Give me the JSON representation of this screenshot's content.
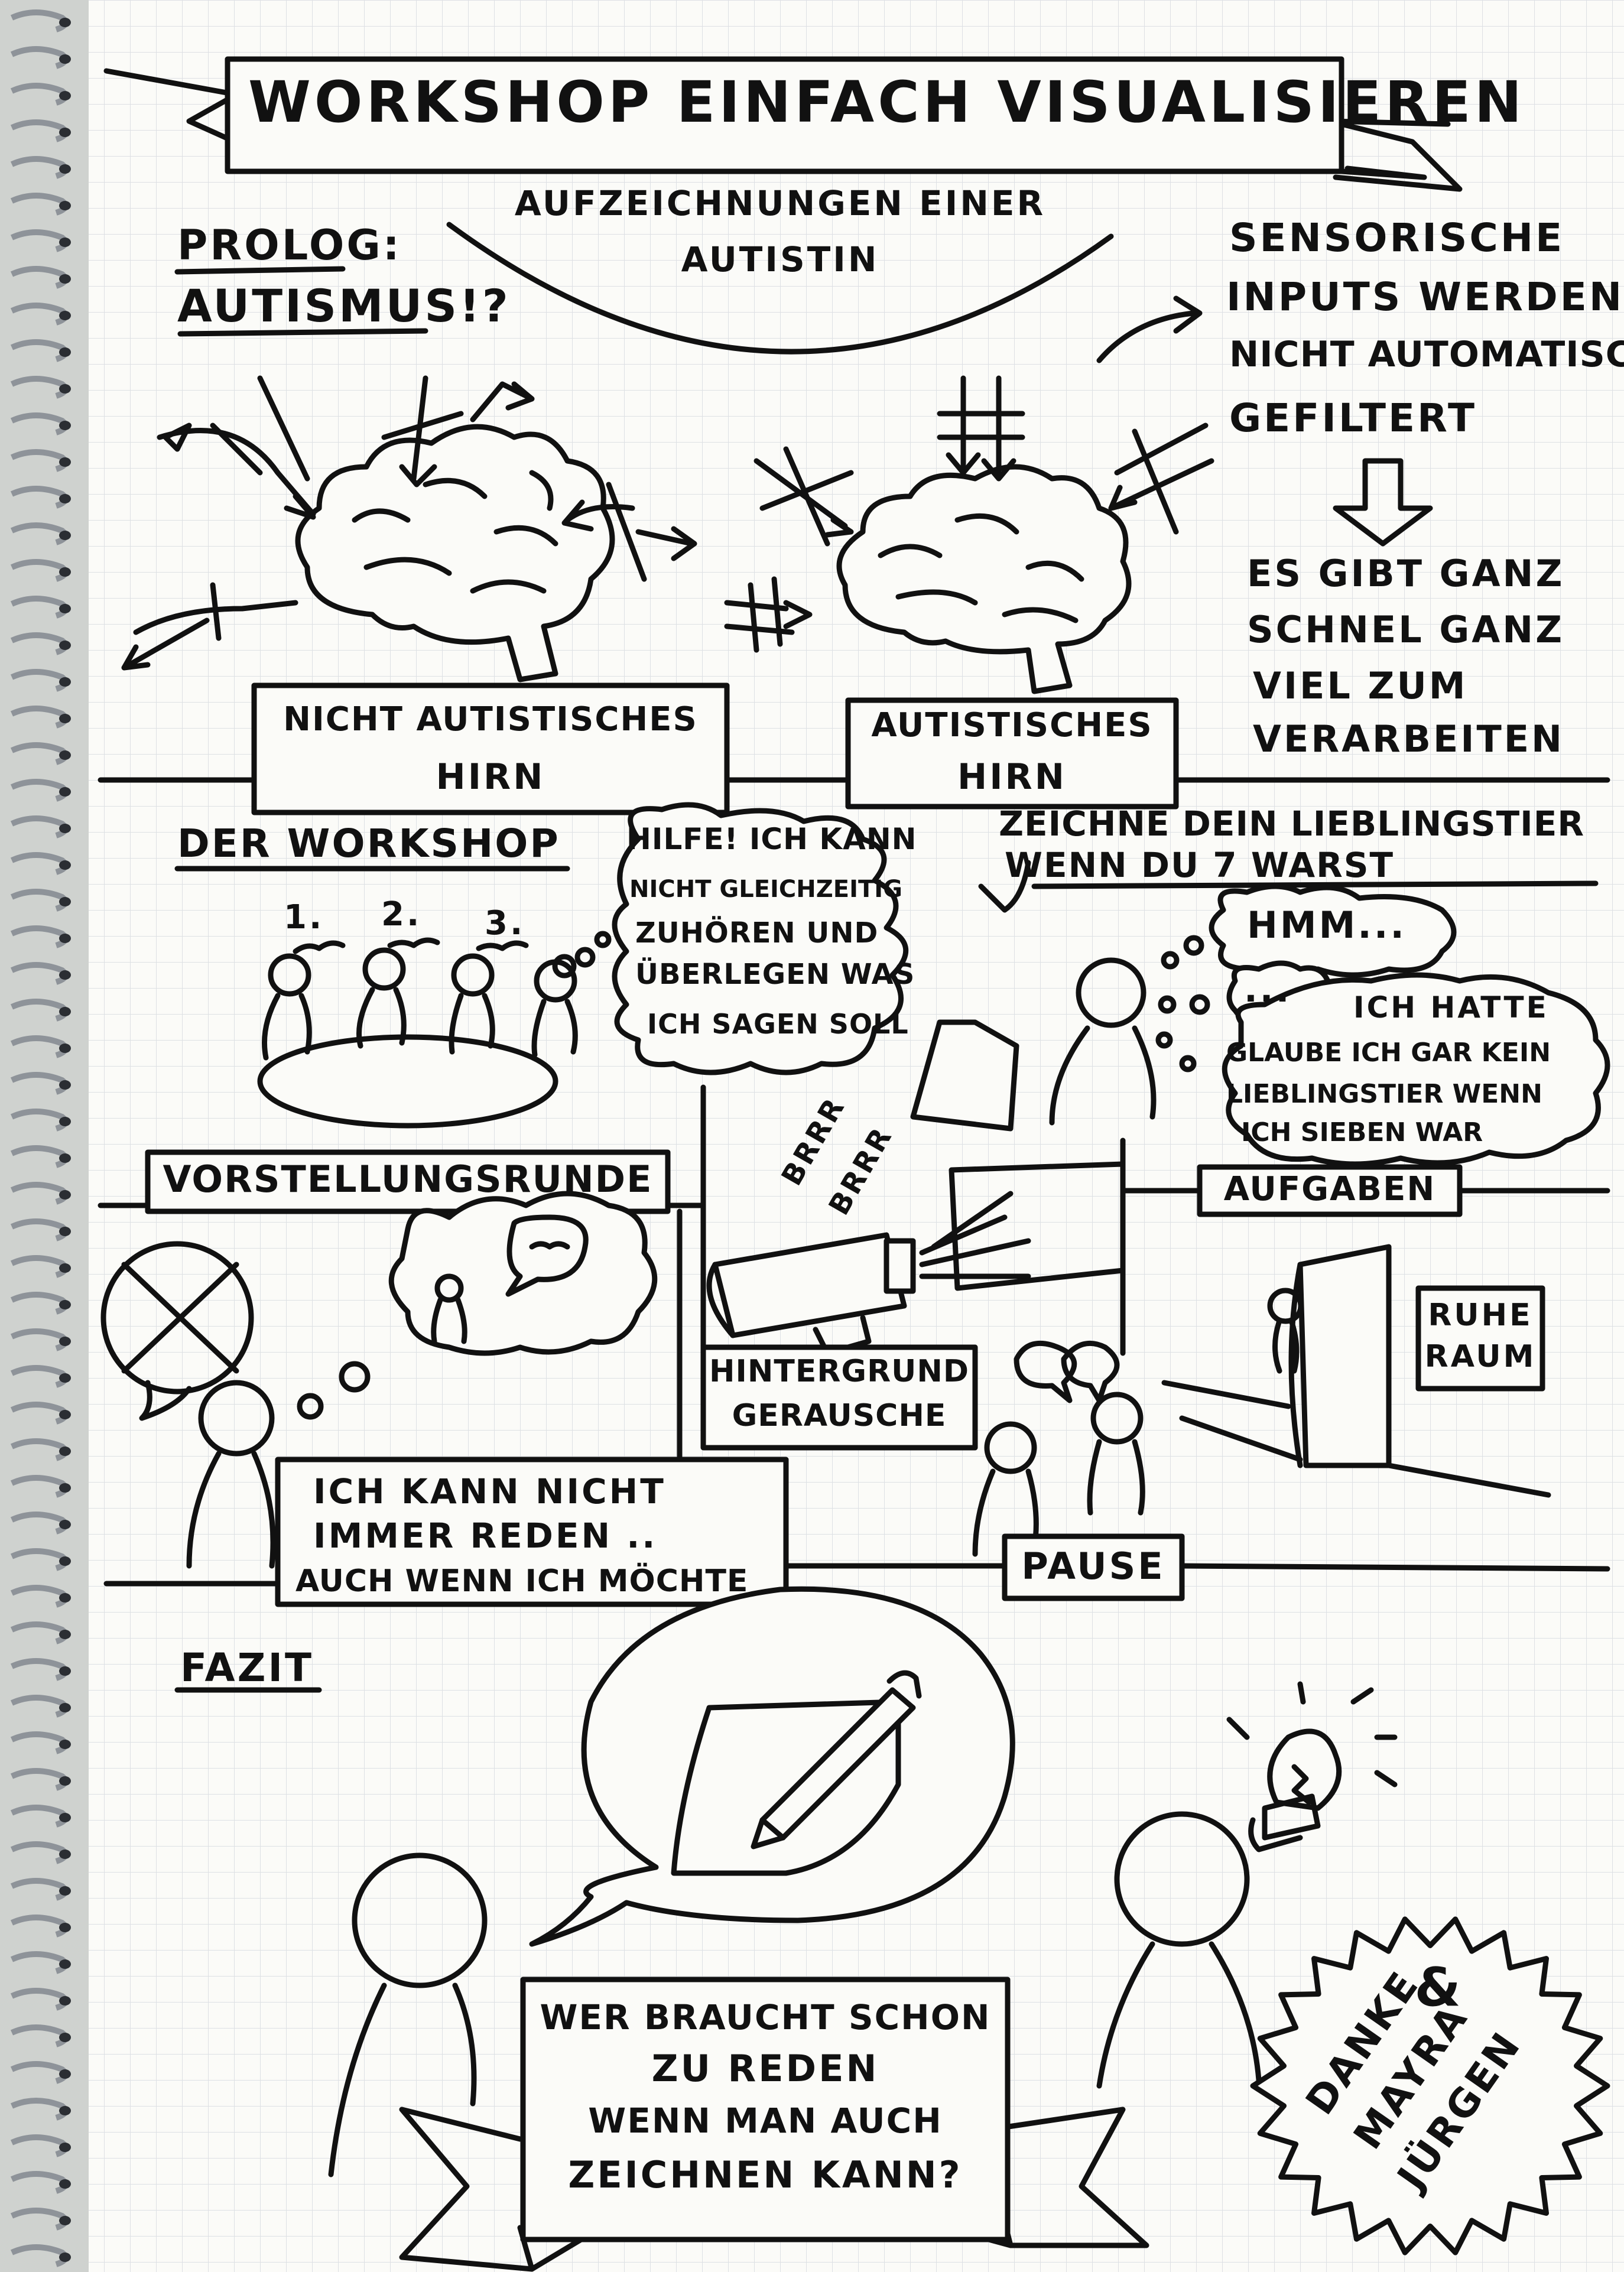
{
  "title": "WORKSHOP EINFACH VISUALISIEREN",
  "subtitle_lines": [
    "AUFZEICHNUNGEN EINER",
    "AUTISTIN"
  ],
  "prolog": {
    "line1": "PROLOG:",
    "line2": "AUTISMUS!?"
  },
  "sensory": {
    "lines": [
      "SENSORISCHE",
      "INPUTS WERDEN",
      "NICHT AUTOMATISCH",
      "GEFILTERT"
    ],
    "result_lines": [
      "ES GIBT GANZ",
      "SCHNEL GANZ",
      "VIEL ZUM",
      "VERARBEITEN"
    ]
  },
  "brain_labels": {
    "nicht_autistisch": [
      "NICHT AUTISTISCHES",
      "HIRN"
    ],
    "autistisch": [
      "AUTISTISCHES",
      "HIRN"
    ]
  },
  "workshop": {
    "heading": "DER WORKSHOP",
    "numbers": [
      "1.",
      "2.",
      "3."
    ],
    "thought_hilfe": [
      "HILFE! ICH KANN",
      "NICHT GLEICHZEITIG",
      "ZUHÖREN UND",
      "ÜBERLEGEN WAS",
      "ICH SAGEN SOLL"
    ],
    "task_prompt": [
      "ZEICHNE DEIN LIEBLINGSTIER",
      "WENN DU 7 WARST"
    ],
    "hmm": "HMM...",
    "dots": "...",
    "thought_tier": [
      "ICH HATTE",
      "GLAUBE ICH GAR KEIN",
      "LIEBLINGSTIER WENN",
      "ICH SIEBEN WAR"
    ],
    "label_vorstellung": "VORSTELLUNGSRUNDE",
    "label_aufgaben": "AUFGABEN",
    "brrr": [
      "BRRR",
      "BRRR"
    ],
    "label_hintergrund": [
      "HINTERGRUND",
      "GERAUSCHE"
    ],
    "ruheraum": [
      "RUHE",
      "RAUM"
    ],
    "reden_box": [
      "ICH KANN NICHT",
      "IMMER REDEN ..",
      "AUCH WENN ICH MÖCHTE"
    ],
    "label_pause": "PAUSE"
  },
  "fazit": {
    "heading": "FAZIT",
    "banner": [
      "WER BRAUCHT SCHON",
      "ZU REDEN",
      "WENN MAN AUCH",
      "ZEICHNEN KANN?"
    ],
    "danke": [
      "DANKE",
      "MAYRA",
      "&",
      "JÜRGEN"
    ]
  },
  "colors": {
    "ink": "#111111",
    "paper": "#fbfbf8",
    "grid": "#dde0e4",
    "spiral": "#8e9399"
  }
}
